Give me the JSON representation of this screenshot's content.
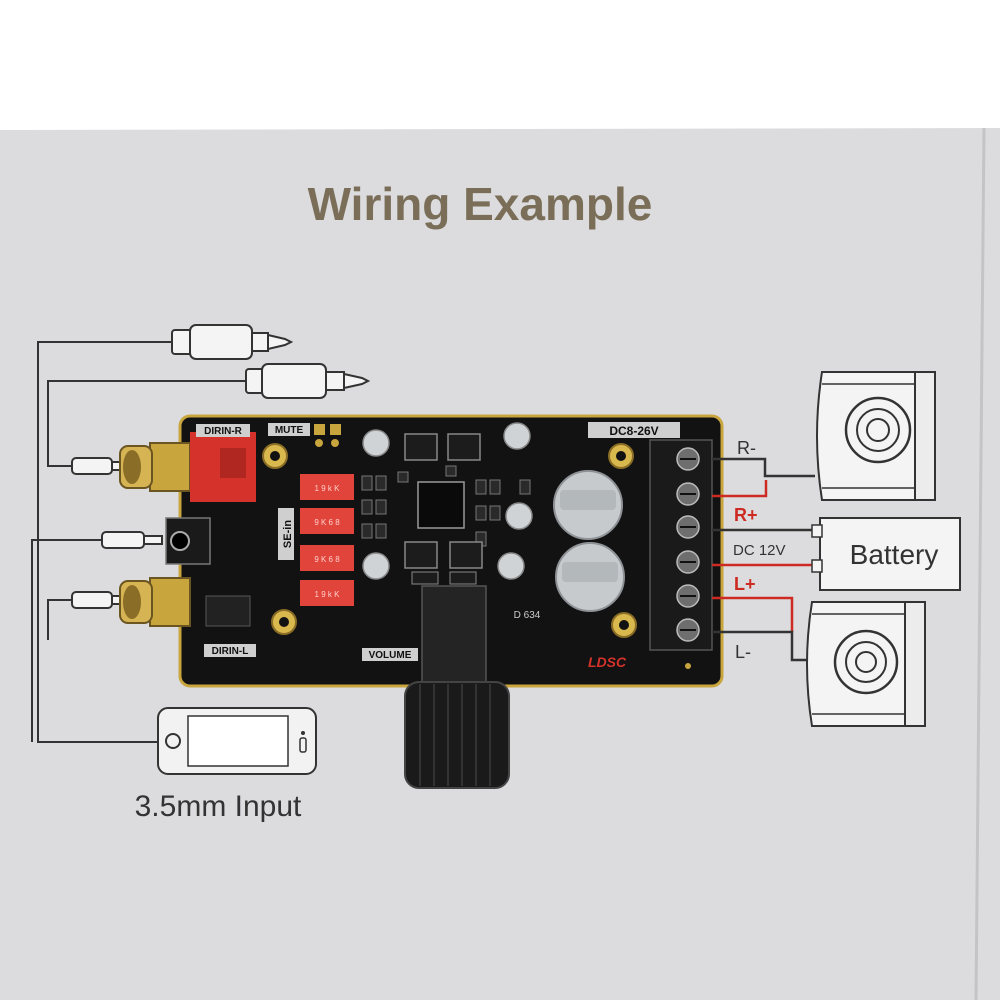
{
  "diagram": {
    "title": "Wiring Example",
    "input_label": "3.5mm Input",
    "terminals": {
      "r_minus": "R-",
      "r_plus": "R+",
      "dc": "DC 12V",
      "l_plus": "L+",
      "l_minus": "L-"
    },
    "battery_label": "Battery",
    "board": {
      "dirin_r": "DIRIN-R",
      "dirin_l": "DIRIN-L",
      "mute": "MUTE",
      "se_in": "SE-in",
      "volume": "VOLUME",
      "dc_range": "DC8-26V",
      "brand": "LDSC",
      "r_values": [
        "1 9 k K",
        "9 K 6 8",
        "9 K 6 8",
        "1 9 k K"
      ],
      "cap_code": "D 634"
    },
    "colors": {
      "paper": "#dcdcde",
      "board": "#121212",
      "gold": "#c9a53e",
      "title": "#7a6e58",
      "red_wire": "#cc2a22",
      "line": "#333333"
    }
  }
}
